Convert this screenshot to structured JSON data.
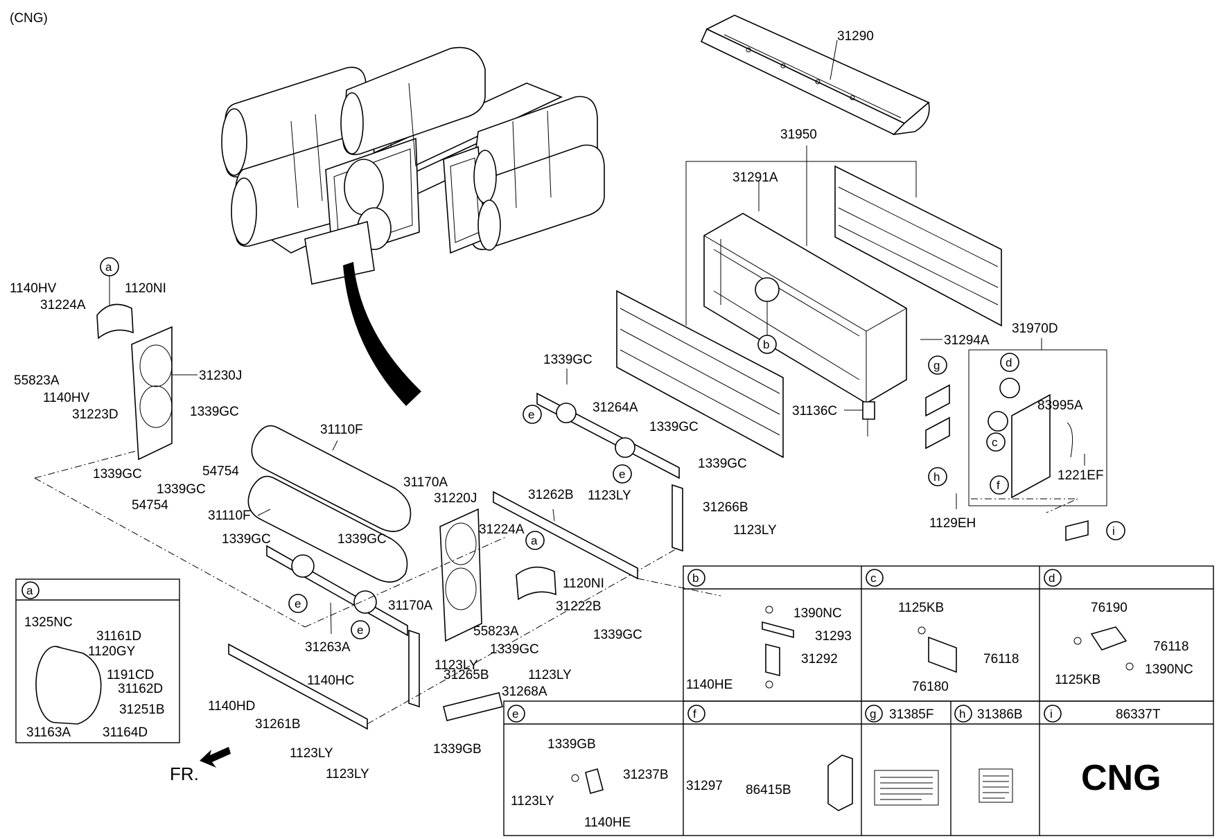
{
  "header": {
    "variant": "(CNG)"
  },
  "front_indicator": "FR.",
  "callouts": {
    "a": "a",
    "b": "b",
    "c": "c",
    "d": "d",
    "e": "e",
    "f": "f",
    "g": "g",
    "h": "h",
    "i": "i"
  },
  "parts": {
    "p31290": "31290",
    "p31950": "31950",
    "p31291A": "31291A",
    "p31294A": "31294A",
    "p31136C": "31136C",
    "p31970D": "31970D",
    "p83995A": "83995A",
    "p1221EF": "1221EF",
    "p1129EH": "1129EH",
    "p1140HV_a": "1140HV",
    "p1120NI": "1120NI",
    "p31224A_a": "31224A",
    "p55823A_a": "55823A",
    "p1140HV_b": "1140HV",
    "p31223D": "31223D",
    "p31230J": "31230J",
    "p1339GC_a": "1339GC",
    "p1339GC_b": "1339GC",
    "p54754_a": "54754",
    "p1339GC_c": "1339GC",
    "p54754_b": "54754",
    "p31110F_a": "31110F",
    "p31110F_b": "31110F",
    "p31170A_a": "31170A",
    "p31170A_b": "31170A",
    "p31220J": "31220J",
    "p31224A_b": "31224A",
    "p1339GC_d": "1339GC",
    "p1339GC_e": "1339GC",
    "p1120NI_b": "1120NI",
    "p31222B": "31222B",
    "p55823A_b": "55823A",
    "p1339GC_f": "1339GC",
    "p1123LY_a": "1123LY",
    "p1123LY_b": "1123LY",
    "p31263A": "31263A",
    "p1140HC": "1140HC",
    "p31265B": "31265B",
    "p31268A": "31268A",
    "p1140HD": "1140HD",
    "p31261B": "31261B",
    "p1123LY_c": "1123LY",
    "p1123LY_d": "1123LY",
    "p1339GB": "1339GB",
    "p1339GC_g": "1339GC",
    "p31264A": "31264A",
    "p1339GC_h": "1339GC",
    "p1339GC_i": "1339GC",
    "p31262B": "31262B",
    "p1123LY_e": "1123LY",
    "p31266B": "31266B",
    "p1123LY_f": "1123LY",
    "p1339GC_j": "1339GC"
  },
  "inset_a": {
    "tag": "a",
    "labels": [
      "1325NC",
      "31161D",
      "1120GY",
      "1191CD",
      "31162D",
      "31251B",
      "31163A",
      "31164D"
    ]
  },
  "inset_b": {
    "tag": "b",
    "labels": [
      "1390NC",
      "31293",
      "31292",
      "1140HE"
    ]
  },
  "inset_c": {
    "tag": "c",
    "labels": [
      "1125KB",
      "76118",
      "76180"
    ]
  },
  "inset_d": {
    "tag": "d",
    "labels": [
      "76190",
      "76118",
      "1125KB",
      "1390NC"
    ]
  },
  "inset_e": {
    "tag": "e",
    "labels": [
      "1339GB",
      "31237B",
      "1123LY",
      "1140HE"
    ]
  },
  "inset_f": {
    "tag": "f",
    "labels": [
      "31297",
      "86415B"
    ]
  },
  "inset_g": {
    "tag": "g",
    "part": "31385F"
  },
  "inset_h": {
    "tag": "h",
    "part": "31386B"
  },
  "inset_i": {
    "tag": "i",
    "part": "86337T",
    "big_text": "CNG"
  }
}
